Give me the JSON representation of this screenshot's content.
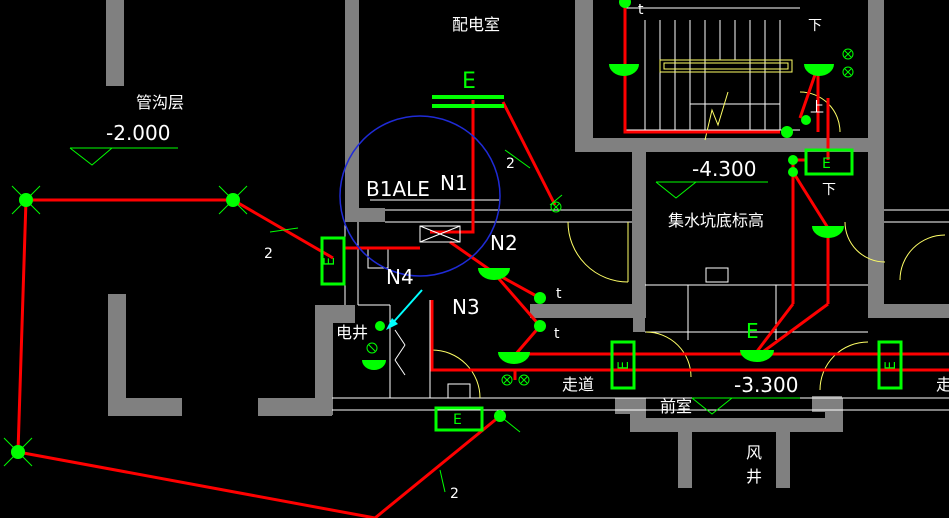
{
  "rooms": {
    "distribution_room": "配电室",
    "pipe_trench_floor": "管沟层",
    "sump_bottom_elevation": "集水坑底标高",
    "electrical_shaft": "电井",
    "corridor_1": "走道",
    "corridor_2": "走",
    "antechamber": "前室",
    "air_shaft_1": "风",
    "air_shaft_2": "井"
  },
  "elevations": {
    "pipe_trench": "-2.000",
    "sump": "-4.300",
    "corridor": "-3.300"
  },
  "panel": {
    "name": "B1ALE",
    "circuits": [
      "N1",
      "N2",
      "N3",
      "N4"
    ]
  },
  "symbols": {
    "emergency_exit": "E",
    "wire_count": "2",
    "switch_mark": "t",
    "stair_down": "下",
    "stair_up": "上"
  },
  "colors": {
    "background": "#000000",
    "walls": "#808080",
    "wiring": "#ff0000",
    "fixtures": "#00ff00",
    "linework": "#ffffff",
    "door_swing": "#ffff66",
    "highlight_circle": "#1f2bd6",
    "cursor": "#00ffff"
  }
}
